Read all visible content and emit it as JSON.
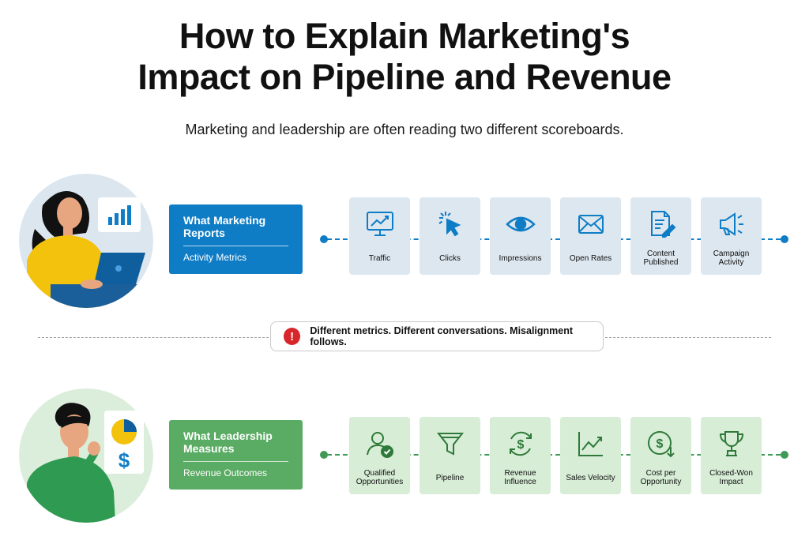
{
  "header": {
    "title_line1": "How to Explain Marketing's",
    "title_line2": "Impact on Pipeline and Revenue",
    "subtitle": "Marketing and leadership are often reading two different scoreboards."
  },
  "colors": {
    "marketing_blue": "#0f7dc6",
    "leadership_green": "#5aab63",
    "marketing_card": "#dde7ef",
    "leadership_card": "#d7edd6",
    "alert_red": "#d9262b"
  },
  "marketing": {
    "title": "What Marketing Reports",
    "subtitle": "Activity Metrics",
    "metrics": [
      {
        "label": "Traffic",
        "icon": "monitor-chart-icon"
      },
      {
        "label": "Clicks",
        "icon": "cursor-click-icon"
      },
      {
        "label": "Impressions",
        "icon": "eye-icon"
      },
      {
        "label": "Open Rates",
        "icon": "envelope-icon"
      },
      {
        "label": "Content Published",
        "icon": "document-pen-icon"
      },
      {
        "label": "Campaign Activity",
        "icon": "megaphone-icon"
      }
    ]
  },
  "alert": {
    "icon": "exclamation-icon",
    "text": "Different metrics. Different conversations. Misalignment follows."
  },
  "leadership": {
    "title": "What Leadership Measures",
    "subtitle": "Revenue Outcomes",
    "metrics": [
      {
        "label": "Qualified Opportunities",
        "icon": "user-check-icon"
      },
      {
        "label": "Pipeline",
        "icon": "funnel-icon"
      },
      {
        "label": "Revenue Influence",
        "icon": "dollar-cycle-icon"
      },
      {
        "label": "Sales Velocity",
        "icon": "trend-line-icon"
      },
      {
        "label": "Cost per Opportunity",
        "icon": "dollar-down-icon"
      },
      {
        "label": "Closed-Won Impact",
        "icon": "trophy-icon"
      }
    ]
  }
}
